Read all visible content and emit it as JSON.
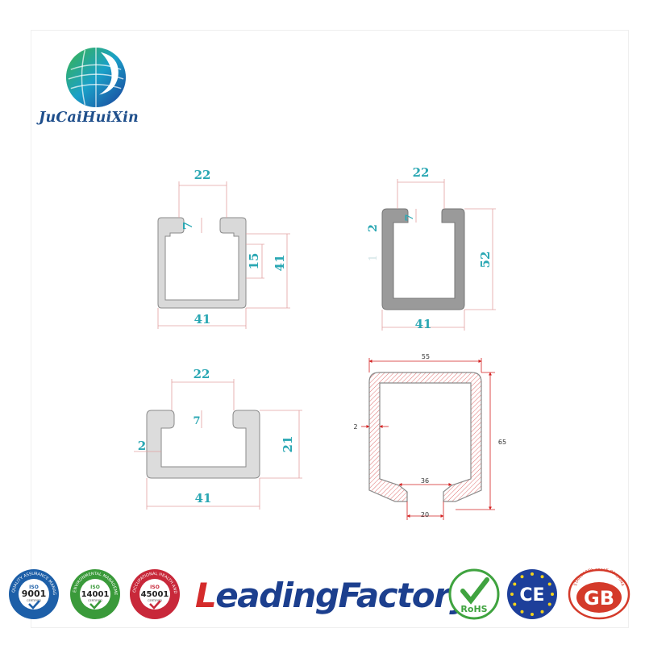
{
  "brand": {
    "name": "JuCaiHuiXin"
  },
  "drawings": {
    "profile1": {
      "top_width": "22",
      "lip_depth": "7",
      "inner_height": "15",
      "height": "41",
      "width": "41"
    },
    "profile2": {
      "top_width": "22",
      "lip_depth": "7",
      "wall": "2",
      "height": "52",
      "width": "41",
      "ghost_mark": "1"
    },
    "profile3": {
      "top_width": "22",
      "lip_depth": "7",
      "wall": "2",
      "height": "21",
      "width": "41"
    },
    "profile4": {
      "width": "55",
      "wall": "2",
      "height": "65",
      "inner_slot": "36",
      "opening": "20"
    }
  },
  "footer": {
    "iso_badges": [
      {
        "number": "9001",
        "iso": "ISO",
        "ring": "QUALITY ASSURANCE MANAGEMENT SYSTEM",
        "certified": "CERTIFIED",
        "color": "#1d5fa8"
      },
      {
        "number": "14001",
        "iso": "ISO",
        "ring": "ENVIRONMENTAL MANAGEMENT SYSTEM",
        "certified": "CERTIFIED",
        "color": "#3a9a3a"
      },
      {
        "number": "45001",
        "iso": "ISO",
        "ring": "OCCUPATIONAL HEALTH AND SAFETY",
        "certified": "CERTIFIED",
        "color": "#c8283a"
      }
    ],
    "leading_factory": {
      "lead": "L",
      "rest": "eadingFactory"
    },
    "rohs": {
      "label": "RoHS"
    },
    "ce": {
      "label": "CE"
    },
    "gb": {
      "label": "GB",
      "ring": "STANDARDS PRESS OF CHINA"
    }
  },
  "colors": {
    "dimension": "#2aa7b3",
    "brand": "#1f4f8c",
    "arrow": "#d32020",
    "profile_fill": "#d9d9d9",
    "profile_stroke": "#8a8a8a"
  }
}
